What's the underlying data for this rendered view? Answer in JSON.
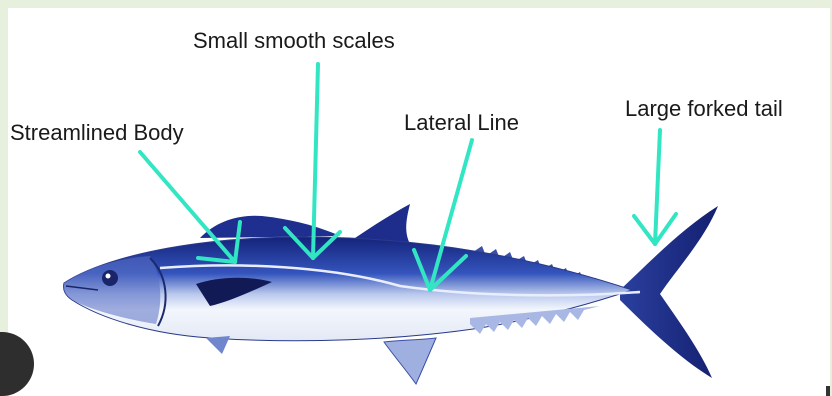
{
  "labels": {
    "streamlined_body": "Streamlined Body",
    "small_smooth_scales": "Small smooth scales",
    "lateral_line": "Lateral Line",
    "large_forked_tail": "Large forked tail"
  },
  "colors": {
    "arrow": "#33e6c3",
    "fish_dark": "#1a2a8c",
    "fish_mid": "#3f5fc4",
    "fish_belly": "#f4f7fc",
    "background": "#e6f0dc"
  }
}
